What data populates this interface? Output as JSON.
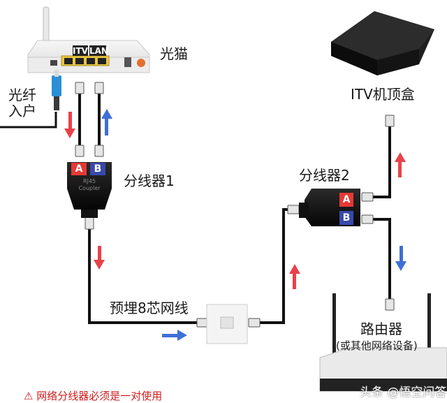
{
  "labels": {
    "modem": "光猫",
    "fiber_line1": "光纤",
    "fiber_line2": "入户",
    "splitter1": "分线器1",
    "splitter2": "分线器2",
    "itv_box": "ITV机顶盒",
    "embedded_cable": "预埋8芯网线",
    "router": "路由器",
    "router_note": "(或其他网络设备)",
    "port_itv": "ITV",
    "port_lan": "LAN",
    "port_a": "A",
    "port_b": "B",
    "coupler_line1": "RJ45",
    "coupler_line2": "Coupler",
    "warning": "⚠ 网络分线器必须是一对使用",
    "watermark": "头条 @悟空问答"
  },
  "colors": {
    "red_arrow": "#e8424a",
    "blue_arrow": "#3f6fd8",
    "port_a": "#e53935",
    "port_b": "#3949ab",
    "cable": "#111111"
  }
}
